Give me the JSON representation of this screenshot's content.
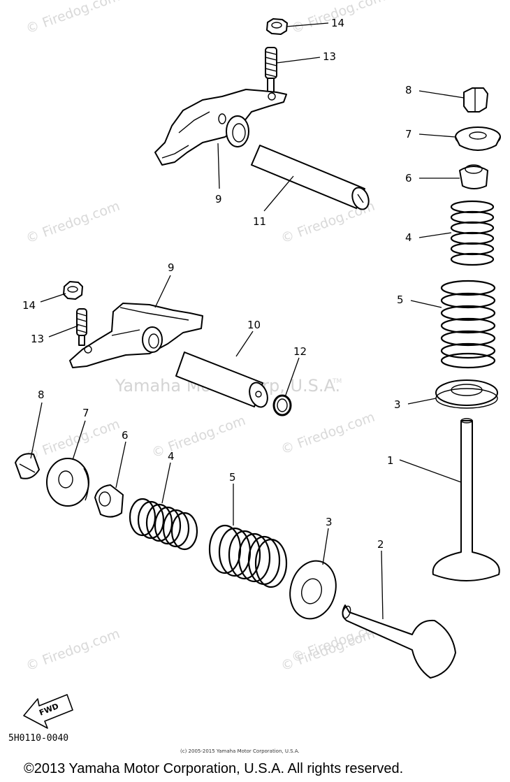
{
  "watermarks": [
    "© Firedog.com",
    "© Firedog.com",
    "© Firedog.com",
    "© Firedog.com",
    "© Firedog.com",
    "© Firedog.com",
    "© Firedog.com",
    "© Firedog.com",
    "© Firedog.com",
    "© Firedog.com"
  ],
  "center_watermark": "Yamaha Motor Corp, U.S.A.",
  "tm_mark": "TM",
  "callouts": {
    "c14_top": "14",
    "c13_top": "13",
    "c9_top": "9",
    "c11": "11",
    "c8_right": "8",
    "c7_right": "7",
    "c6_right": "6",
    "c4_right": "4",
    "c5_right": "5",
    "c3_right": "3",
    "c1": "1",
    "c9_mid": "9",
    "c14_mid": "14",
    "c13_mid": "13",
    "c10": "10",
    "c12": "12",
    "c8_left": "8",
    "c7_left": "7",
    "c6_left": "6",
    "c4_left": "4",
    "c5_left": "5",
    "c3_left": "3",
    "c2": "2"
  },
  "fwd_label": "FWD",
  "diagram_code": "5H0110-0040",
  "small_copyright": "(c) 2005-2015 Yamaha Motor Corporation, U.S.A.",
  "footer": "©2013 Yamaha Motor Corporation, U.S.A. All rights reserved."
}
